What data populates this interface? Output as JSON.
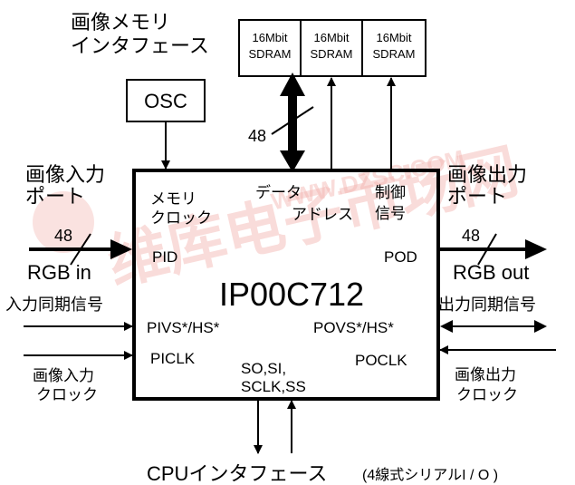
{
  "chip": {
    "name": "IP00C712"
  },
  "memory": {
    "label_line1": "画像メモリ",
    "label_line2": "インタフェース",
    "sdram": [
      {
        "line1": "16Mbit",
        "line2": "SDRAM"
      },
      {
        "line1": "16Mbit",
        "line2": "SDRAM"
      },
      {
        "line1": "16Mbit",
        "line2": "SDRAM"
      }
    ],
    "bus_width": "48"
  },
  "osc": {
    "label": "OSC"
  },
  "internal": {
    "mem_clock_line1": "メモリ",
    "mem_clock_line2": "クロック",
    "data": "データ",
    "address": "アドレス",
    "control_line1": "制御",
    "control_line2": "信号",
    "pid": "PID",
    "pod": "POD",
    "pivs": "PIVS*/HS*",
    "povs": "POVS*/HS*",
    "piclk": "PICLK",
    "poclk": "POCLK",
    "serial_line1": "SO,SI,",
    "serial_line2": "SCLK,SS"
  },
  "input": {
    "port_line1": "画像入力",
    "port_line2": "ポート",
    "bus_width": "48",
    "rgb": "RGB in",
    "sync": "入力同期信号",
    "clock_line1": "画像入力",
    "clock_line2": "クロック"
  },
  "output": {
    "port_line1": "画像出力",
    "port_line2": "ポート",
    "bus_width": "48",
    "rgb": "RGB out",
    "sync": "出力同期信号",
    "clock_line1": "画像出力",
    "clock_line2": "クロック"
  },
  "cpu": {
    "label": "CPUインタフェース",
    "note": "(4線式シリアルI / O )"
  },
  "watermark": {
    "text": "维库电子市场网",
    "url": "WWW.DZSC.COM"
  }
}
